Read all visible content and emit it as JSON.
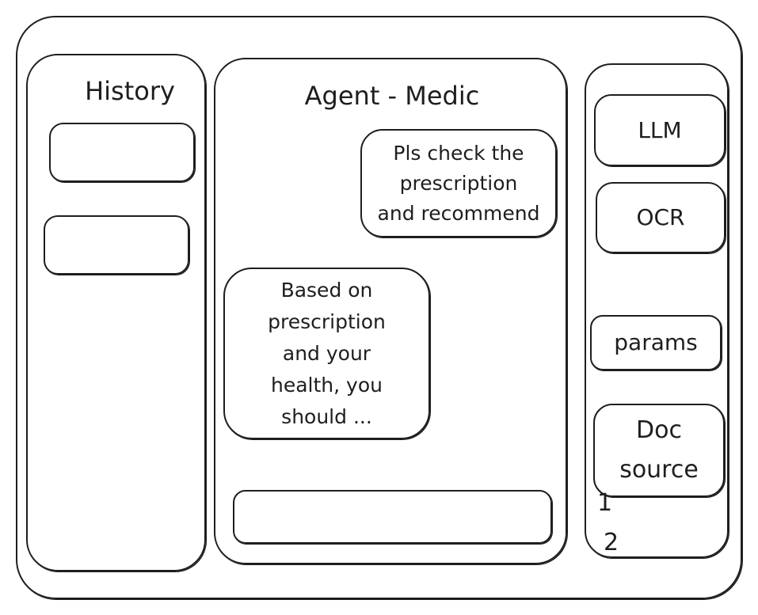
{
  "history": {
    "title": "History",
    "items": [
      "",
      ""
    ]
  },
  "chat": {
    "title": "Agent - Medic",
    "user_message": "Pls check the\nprescription\nand recommend",
    "agent_message": "Based on\nprescription\nand your\nhealth, you\nshould ...",
    "input_value": ""
  },
  "settings": {
    "llm_label": "LLM",
    "ocr_label": "OCR",
    "params_label": "params",
    "doc_source_label": "Doc\nsource",
    "doc_list": [
      "1",
      "2"
    ]
  }
}
